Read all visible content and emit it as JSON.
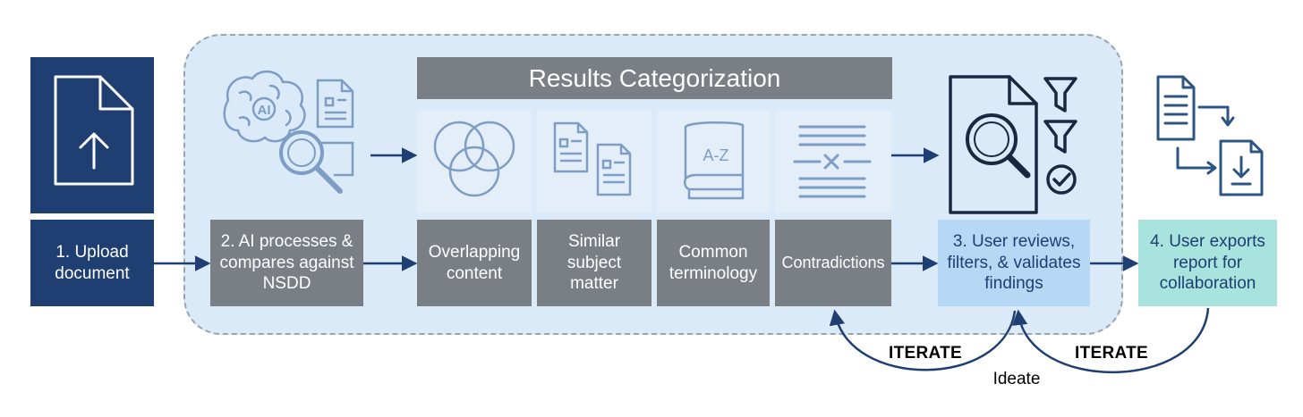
{
  "steps": {
    "upload": "1. Upload document",
    "ai_process": "2. AI processes & compares against NSDD",
    "review": "3. User reviews, filters, & validates findings",
    "export": "4. User exports report for collaboration"
  },
  "categorization": {
    "title": "Results Categorization",
    "categories": [
      "Overlapping content",
      "Similar subject matter",
      "Common terminology",
      "Contradictions"
    ]
  },
  "loop": {
    "iterate_left": "ITERATE",
    "iterate_right": "ITERATE",
    "ideate": "Ideate"
  },
  "icon_labels": {
    "ai_chip": "AI",
    "book": "A-Z"
  },
  "icons": [
    "upload-document-icon",
    "ai-brain-search-icon",
    "venn-diagram-icon",
    "similar-documents-icon",
    "glossary-book-icon",
    "contradiction-icon",
    "document-review-filter-icon",
    "export-document-icon"
  ],
  "colors": {
    "navy": "#1f3f73",
    "grey": "#7a7f86",
    "region": "#dbeaf8",
    "review": "#b6d8f5",
    "export": "#a9e3dd",
    "icon_light": "#7d9dc4"
  }
}
